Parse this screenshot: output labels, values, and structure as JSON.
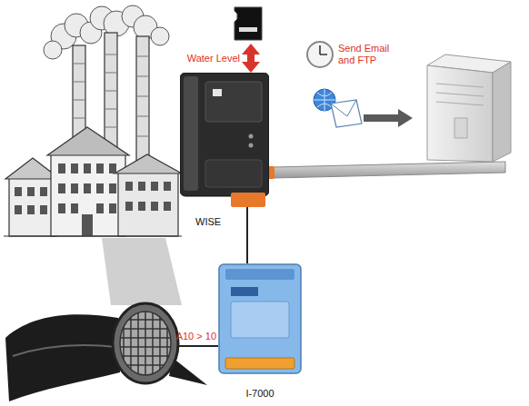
{
  "diagram": {
    "nodes": [
      {
        "text": [
          "WISE"
        ]
      },
      {
        "text": [
          "I-7000"
        ]
      }
    ],
    "edges": [
      {
        "from": 0,
        "to": 1,
        "arrow": "none"
      }
    ],
    "labels": [
      "Water Level",
      "Send Email and FTP",
      "A10 > 10"
    ]
  }
}
